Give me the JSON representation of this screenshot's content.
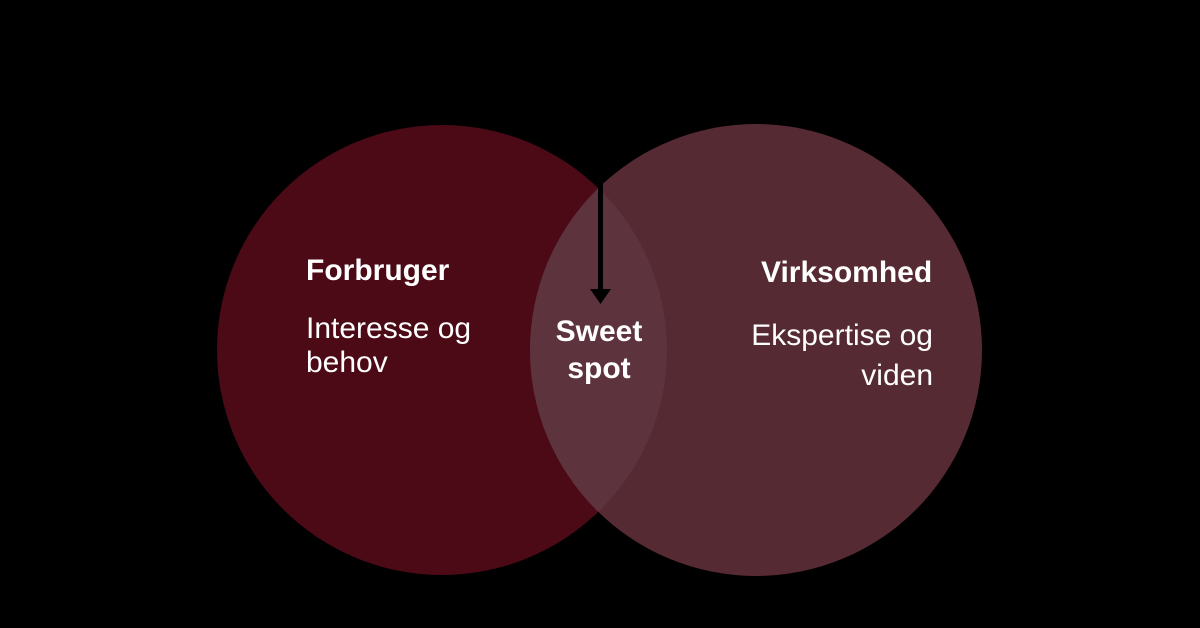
{
  "background_color": "#000000",
  "diagram": {
    "type": "venn",
    "text_color": "#FFFFFF",
    "left_circle": {
      "label": "Forbruger",
      "description": "Interesse og\nbehov",
      "color": "#4B0A16"
    },
    "right_circle": {
      "label": "Virksomhed",
      "description": "Ekspertise og\nviden",
      "color": "#562A33"
    },
    "overlap": {
      "label": "Sweet\nspot",
      "color": "#5D333E"
    },
    "arrow": {
      "color": "#000000"
    }
  }
}
